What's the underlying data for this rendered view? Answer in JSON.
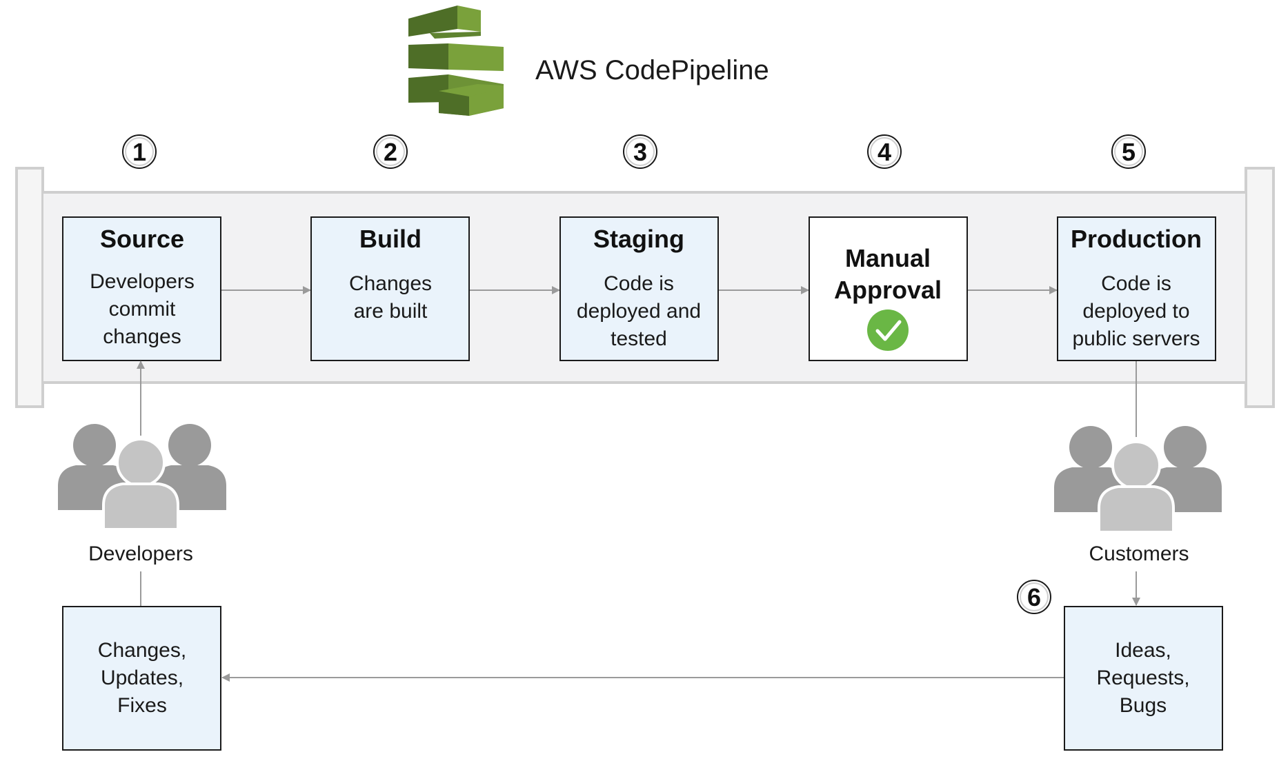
{
  "title": "AWS CodePipeline",
  "colors": {
    "stage_fill": "#eaf3fb",
    "approval_fill": "#ffffff",
    "box_stroke": "#1a1a1a",
    "rail_fill": "#f2f2f3",
    "rail_stroke": "#cfcfcf",
    "arrow": "#9a9a9a",
    "check": "#6ab745",
    "logo_light": "#7aa13b",
    "logo_dark": "#4e6e27",
    "person_dark": "#9a9a9a",
    "person_light": "#c4c4c4"
  },
  "icons": {
    "logo": "codepipeline-logo-icon",
    "approval": "check-circle-icon",
    "people": "user-group-icon"
  },
  "steps": [
    "1",
    "2",
    "3",
    "4",
    "5",
    "6"
  ],
  "stages": [
    {
      "title": "Source",
      "lines": [
        "Developers",
        "commit",
        "changes"
      ]
    },
    {
      "title": "Build",
      "lines": [
        "Changes",
        "are built"
      ]
    },
    {
      "title": "Staging",
      "lines": [
        "Code is",
        "deployed and",
        "tested"
      ]
    },
    {
      "title_lines": [
        "Manual",
        "Approval"
      ]
    },
    {
      "title": "Production",
      "lines": [
        "Code is",
        "deployed to",
        "public servers"
      ]
    }
  ],
  "developers_label": "Developers",
  "customers_label": "Customers",
  "feedback": {
    "ideas_lines": [
      "Ideas,",
      "Requests,",
      "Bugs"
    ],
    "changes_lines": [
      "Changes,",
      "Updates,",
      "Fixes"
    ]
  }
}
